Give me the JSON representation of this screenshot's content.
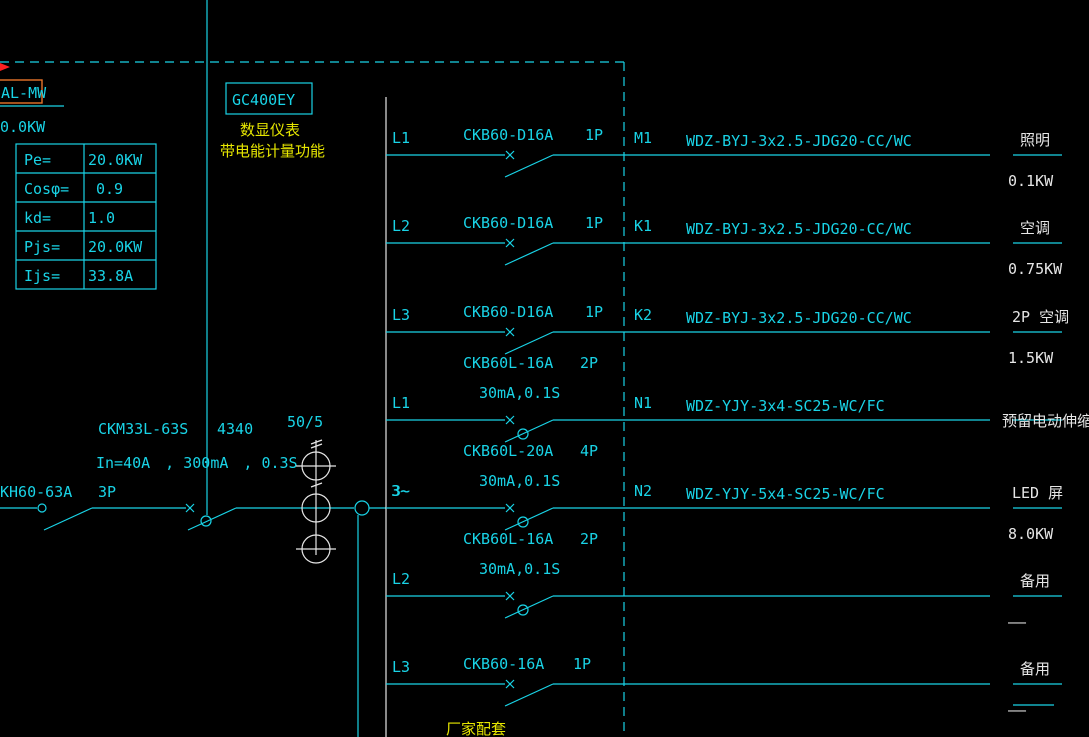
{
  "panel": {
    "name": "AL-MW",
    "power": "0.0KW"
  },
  "params": [
    {
      "label": "Pe=",
      "value": "20.0KW"
    },
    {
      "label": "Cosφ=",
      "value": "0.9"
    },
    {
      "label": "kd=",
      "value": "1.0"
    },
    {
      "label": "Pjs=",
      "value": "20.0KW"
    },
    {
      "label": "Ijs=",
      "value": "33.8A"
    }
  ],
  "meter": {
    "model": "GC400EY",
    "desc1": "数显仪表",
    "desc2": "带电能计量功能"
  },
  "incoming": {
    "switch": "KH60-63A",
    "poles": "3P",
    "rcd_model": "CKM33L-63S",
    "rcd_code": "4340",
    "rcd_rating": "In=40A　, 300mA　, 0.3S",
    "ct_ratio": "50/5",
    "phase": "3~"
  },
  "circuits": [
    {
      "phase": "L1",
      "breaker": "CKB60-D16A",
      "rcd": "",
      "poles": "1P",
      "id": "M1",
      "cable": "WDZ-BYJ-3x2.5-JDG20-CC/WC",
      "load": "照明",
      "power": "0.1KW"
    },
    {
      "phase": "L2",
      "breaker": "CKB60-D16A",
      "rcd": "",
      "poles": "1P",
      "id": "K1",
      "cable": "WDZ-BYJ-3x2.5-JDG20-CC/WC",
      "load": "空调",
      "power": "0.75KW"
    },
    {
      "phase": "L3",
      "breaker": "CKB60-D16A",
      "rcd": "",
      "poles": "1P",
      "id": "K2",
      "cable": "WDZ-BYJ-3x2.5-JDG20-CC/WC",
      "load": "2P 空调",
      "power": "1.5KW"
    },
    {
      "phase": "L1",
      "breaker": "CKB60L-16A",
      "rcd": "30mA,0.1S",
      "poles": "2P",
      "id": "N1",
      "cable": "WDZ-YJY-3x4-SC25-WC/FC",
      "load": "预留电动伸缩门",
      "power": ""
    },
    {
      "phase": "3~",
      "breaker": "CKB60L-20A",
      "rcd": "30mA,0.1S",
      "poles": "4P",
      "id": "N2",
      "cable": "WDZ-YJY-5x4-SC25-WC/FC",
      "load": "LED 屏",
      "power": "8.0KW"
    },
    {
      "phase": "L2",
      "breaker": "CKB60L-16A",
      "rcd": "30mA,0.1S",
      "poles": "2P",
      "id": "",
      "cable": "",
      "load": "备用",
      "power": "——"
    },
    {
      "phase": "L3",
      "breaker": "CKB60-16A",
      "rcd": "",
      "poles": "1P",
      "id": "",
      "cable": "",
      "load": "备用",
      "power": "——"
    }
  ],
  "footer_note": "厂家配套",
  "colors": {
    "line": "#19d3e6",
    "text_white": "#e6e6e6",
    "highlight": "#e8742a",
    "marker": "#ff2020"
  }
}
